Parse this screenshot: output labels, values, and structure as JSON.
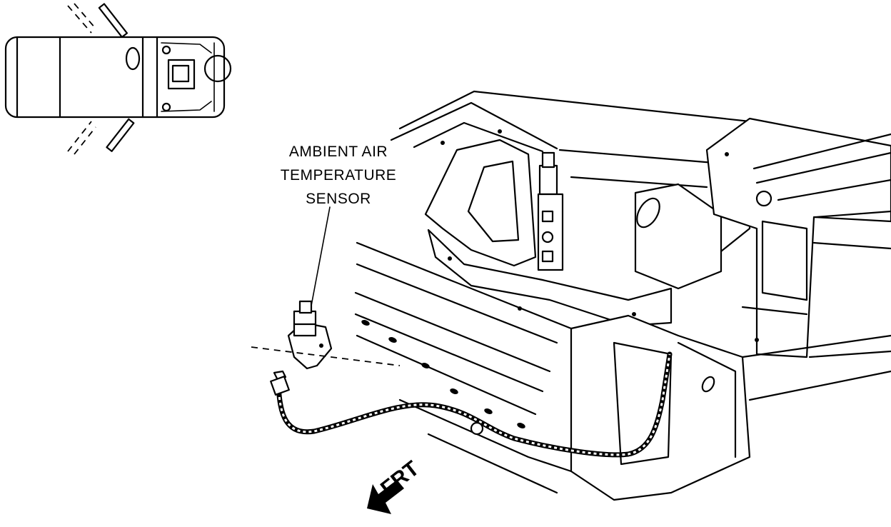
{
  "callout": {
    "line1": "AMBIENT AIR",
    "line2": "TEMPERATURE",
    "line3": "SENSOR"
  },
  "direction": {
    "label": "FRT"
  },
  "icons": [
    "vehicle-top-view-icon",
    "front-direction-arrow-icon"
  ],
  "colors": {
    "ink": "#000000",
    "background": "#ffffff"
  }
}
